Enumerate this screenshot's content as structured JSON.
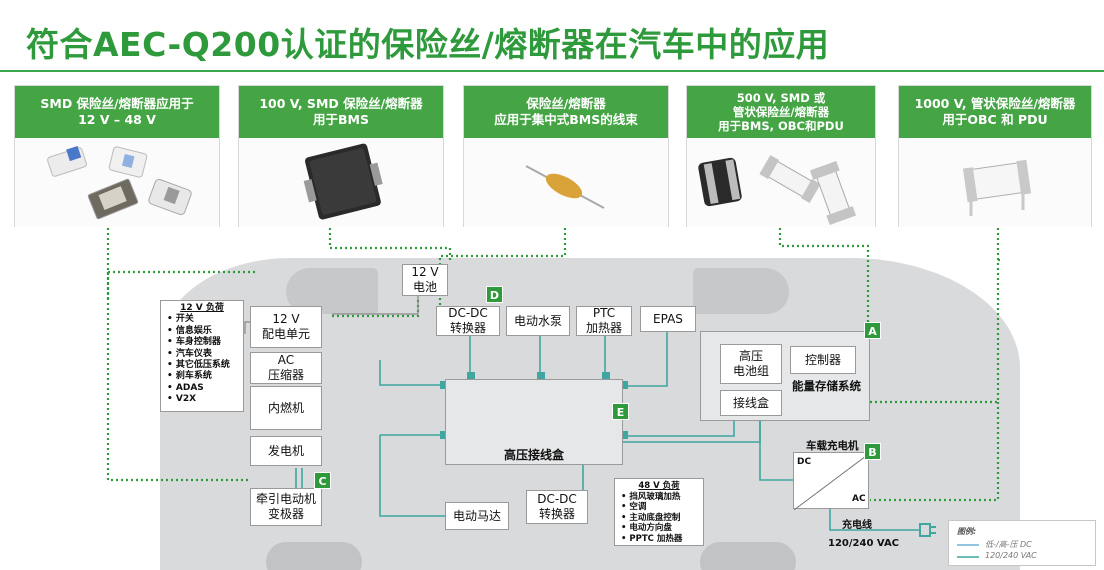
{
  "title": "符合AEC-Q200认证的保险丝/熔断器在汽车中的应用",
  "cards": [
    {
      "line1": "SMD 保险丝/熔断器应用于",
      "line2": "12 V – 48 V",
      "line3": ""
    },
    {
      "line1": "100 V, SMD 保险丝/熔断器",
      "line2": "用于BMS",
      "line3": ""
    },
    {
      "line1": "保险丝/熔断器",
      "line2": "应用于集中式BMS的线束",
      "line3": ""
    },
    {
      "line1": "500 V, SMD  或",
      "line2": "管状保险丝/熔断器",
      "line3": "用于BMS, OBC和PDU"
    },
    {
      "line1": "1000 V, 管状保险丝/熔断器",
      "line2": "用于OBC 和 PDU",
      "line3": ""
    }
  ],
  "blocks": {
    "battery12": {
      "l1": "12 V",
      "l2": "电池"
    },
    "dcdc_top": {
      "l1": "DC-DC",
      "l2": "转换器"
    },
    "pump": {
      "l1": "电动水泵"
    },
    "ptc": {
      "l1": "PTC",
      "l2": "加热器"
    },
    "epas": {
      "l1": "EPAS"
    },
    "pdu12": {
      "l1": "12 V",
      "l2": "配电单元"
    },
    "ac": {
      "l1": "AC",
      "l2": "压缩器"
    },
    "ice": {
      "l1": "内燃机"
    },
    "gen": {
      "l1": "发电机"
    },
    "inverter": {
      "l1": "牵引电动机",
      "l2": "变极器"
    },
    "motor": {
      "l1": "电动马达"
    },
    "dcdc_bot": {
      "l1": "DC-DC",
      "l2": "转换器"
    },
    "hv_junction": {
      "l1": "高压接线盒"
    },
    "hv_battery": {
      "l1": "高压",
      "l2": "电池组"
    },
    "controller": {
      "l1": "控制器"
    },
    "junction_box": {
      "l1": "接线盒"
    },
    "ess_label": {
      "l1": "能量存储系统"
    },
    "obc_title": {
      "l1": "车载充电机"
    },
    "obc_dc": {
      "l1": "DC"
    },
    "obc_ac": {
      "l1": "AC"
    },
    "cable": {
      "l1": "充电线"
    },
    "vac": {
      "l1": "120/240 VAC"
    }
  },
  "load12": {
    "heading": "12 V 负荷",
    "items": [
      "开关",
      "信息娱乐",
      "车身控制器",
      "汽车仪表",
      "其它低压系统",
      "刹车系统",
      "ADAS",
      "V2X"
    ]
  },
  "load48": {
    "heading": "48 V 负荷",
    "items": [
      "挡风玻璃加热",
      "空调",
      "主动底盘控制",
      "电动方向盘",
      "PPTC 加热器"
    ]
  },
  "badges": {
    "A": "A",
    "B": "B",
    "C": "C",
    "D": "D",
    "E": "E"
  },
  "legend": {
    "title": "图例:",
    "item1": "低-/高-压 DC",
    "item2": "120/240 VAC"
  },
  "colors": {
    "brand_green": "#45a545",
    "dotted_green": "#2f9a3b",
    "hv_line": "#3fa6a0",
    "body_gray": "#d9dadb"
  }
}
